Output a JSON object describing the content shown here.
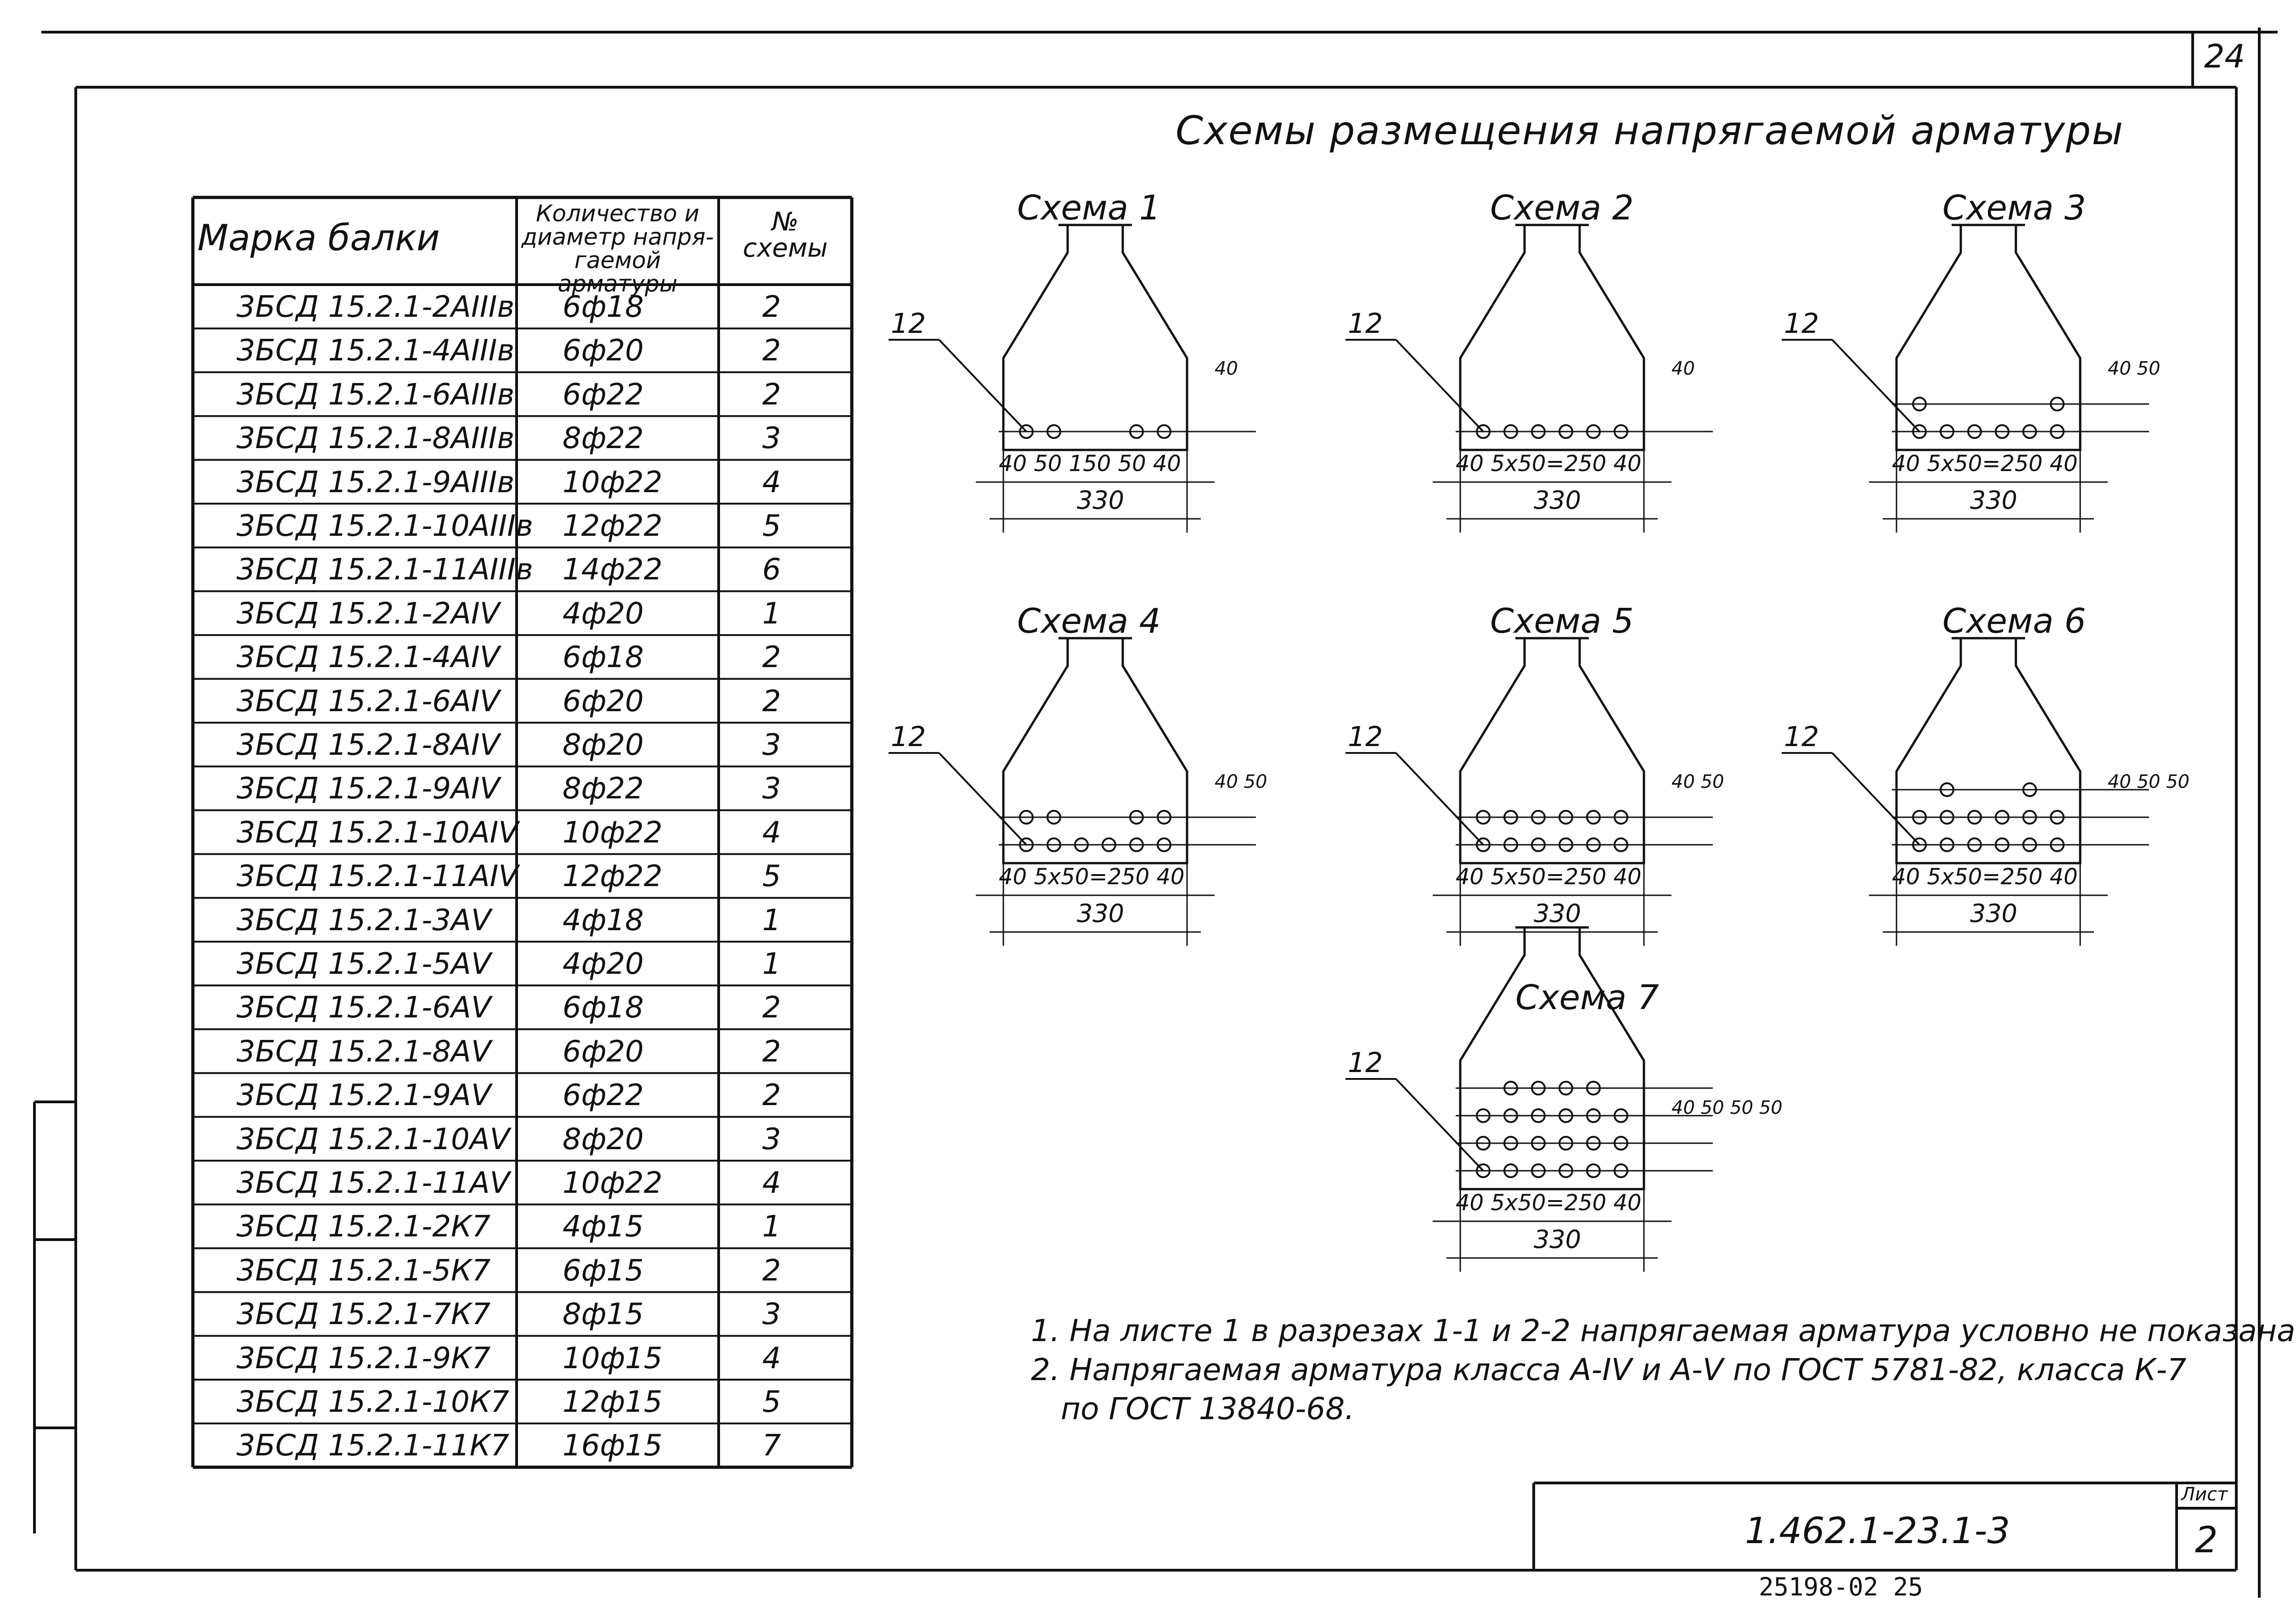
{
  "sheet_corner_number": "24",
  "title": "Схемы размещения напрягаемой арматуры",
  "table": {
    "header": {
      "mark": "Марка балки",
      "qty_line1": "Количество и",
      "qty_line2": "диаметр напря-",
      "qty_line3": "гаемой арматуры",
      "scheme_line1": "№",
      "scheme_line2": "схемы"
    },
    "rows": [
      {
        "mark": "3БСД 15.2.1-2АIIIв",
        "qty": "6ф18",
        "scheme": "2"
      },
      {
        "mark": "3БСД 15.2.1-4АIIIв",
        "qty": "6ф20",
        "scheme": "2"
      },
      {
        "mark": "3БСД 15.2.1-6АIIIв",
        "qty": "6ф22",
        "scheme": "2"
      },
      {
        "mark": "3БСД 15.2.1-8АIIIв",
        "qty": "8ф22",
        "scheme": "3"
      },
      {
        "mark": "3БСД 15.2.1-9АIIIв",
        "qty": "10ф22",
        "scheme": "4"
      },
      {
        "mark": "3БСД 15.2.1-10АIIIв",
        "qty": "12ф22",
        "scheme": "5"
      },
      {
        "mark": "3БСД 15.2.1-11АIIIв",
        "qty": "14ф22",
        "scheme": "6"
      },
      {
        "mark": "3БСД 15.2.1-2АIV",
        "qty": "4ф20",
        "scheme": "1"
      },
      {
        "mark": "3БСД 15.2.1-4АIV",
        "qty": "6ф18",
        "scheme": "2"
      },
      {
        "mark": "3БСД 15.2.1-6АIV",
        "qty": "6ф20",
        "scheme": "2"
      },
      {
        "mark": "3БСД 15.2.1-8АIV",
        "qty": "8ф20",
        "scheme": "3"
      },
      {
        "mark": "3БСД 15.2.1-9АIV",
        "qty": "8ф22",
        "scheme": "3"
      },
      {
        "mark": "3БСД 15.2.1-10АIV",
        "qty": "10ф22",
        "scheme": "4"
      },
      {
        "mark": "3БСД 15.2.1-11АIV",
        "qty": "12ф22",
        "scheme": "5"
      },
      {
        "mark": "3БСД 15.2.1-3АV",
        "qty": "4ф18",
        "scheme": "1"
      },
      {
        "mark": "3БСД 15.2.1-5АV",
        "qty": "4ф20",
        "scheme": "1"
      },
      {
        "mark": "3БСД 15.2.1-6АV",
        "qty": "6ф18",
        "scheme": "2"
      },
      {
        "mark": "3БСД 15.2.1-8АV",
        "qty": "6ф20",
        "scheme": "2"
      },
      {
        "mark": "3БСД 15.2.1-9АV",
        "qty": "6ф22",
        "scheme": "2"
      },
      {
        "mark": "3БСД 15.2.1-10АV",
        "qty": "8ф20",
        "scheme": "3"
      },
      {
        "mark": "3БСД 15.2.1-11АV",
        "qty": "10ф22",
        "scheme": "4"
      },
      {
        "mark": "3БСД 15.2.1-2К7",
        "qty": "4ф15",
        "scheme": "1"
      },
      {
        "mark": "3БСД 15.2.1-5К7",
        "qty": "6ф15",
        "scheme": "2"
      },
      {
        "mark": "3БСД 15.2.1-7К7",
        "qty": "8ф15",
        "scheme": "3"
      },
      {
        "mark": "3БСД 15.2.1-9К7",
        "qty": "10ф15",
        "scheme": "4"
      },
      {
        "mark": "3БСД 15.2.1-10К7",
        "qty": "12ф15",
        "scheme": "5"
      },
      {
        "mark": "3БСД 15.2.1-11К7",
        "qty": "16ф15",
        "scheme": "7"
      }
    ]
  },
  "schemes": [
    {
      "title": "Схема 1",
      "callout": "12",
      "dims": "40 50 150 50 40",
      "width": "330",
      "side": "40"
    },
    {
      "title": "Схема 2",
      "callout": "12",
      "dims": "40 5х50=250 40",
      "width": "330",
      "side": "40"
    },
    {
      "title": "Схема 3",
      "callout": "12",
      "dims": "40 5х50=250 40",
      "width": "330",
      "side": "40 50"
    },
    {
      "title": "Схема 4",
      "callout": "12",
      "dims": "40 5х50=250 40",
      "width": "330",
      "side": "40 50"
    },
    {
      "title": "Схема 5",
      "callout": "12",
      "dims": "40 5х50=250 40",
      "width": "330",
      "side": "40 50"
    },
    {
      "title": "Схема 6",
      "callout": "12",
      "dims": "40 5х50=250 40",
      "width": "330",
      "side": "40 50 50"
    },
    {
      "title": "Схема 7",
      "callout": "12",
      "dims": "40 5х50=250 40",
      "width": "330",
      "side": "40 50 50 50"
    }
  ],
  "notes": {
    "note1": "1. На листе 1 в разрезах 1-1 и 2-2 напрягаемая арматура условно не показана.",
    "note2": "2. Напрягаемая арматура класса А-IV и А-V по ГОСТ 5781-82, класса К-7",
    "note3": "по ГОСТ 13840-68."
  },
  "stamp": {
    "code": "1.462.1-23.1-3",
    "list_label": "Лист",
    "list_number": "2"
  },
  "archive_number": "25198-02 25"
}
